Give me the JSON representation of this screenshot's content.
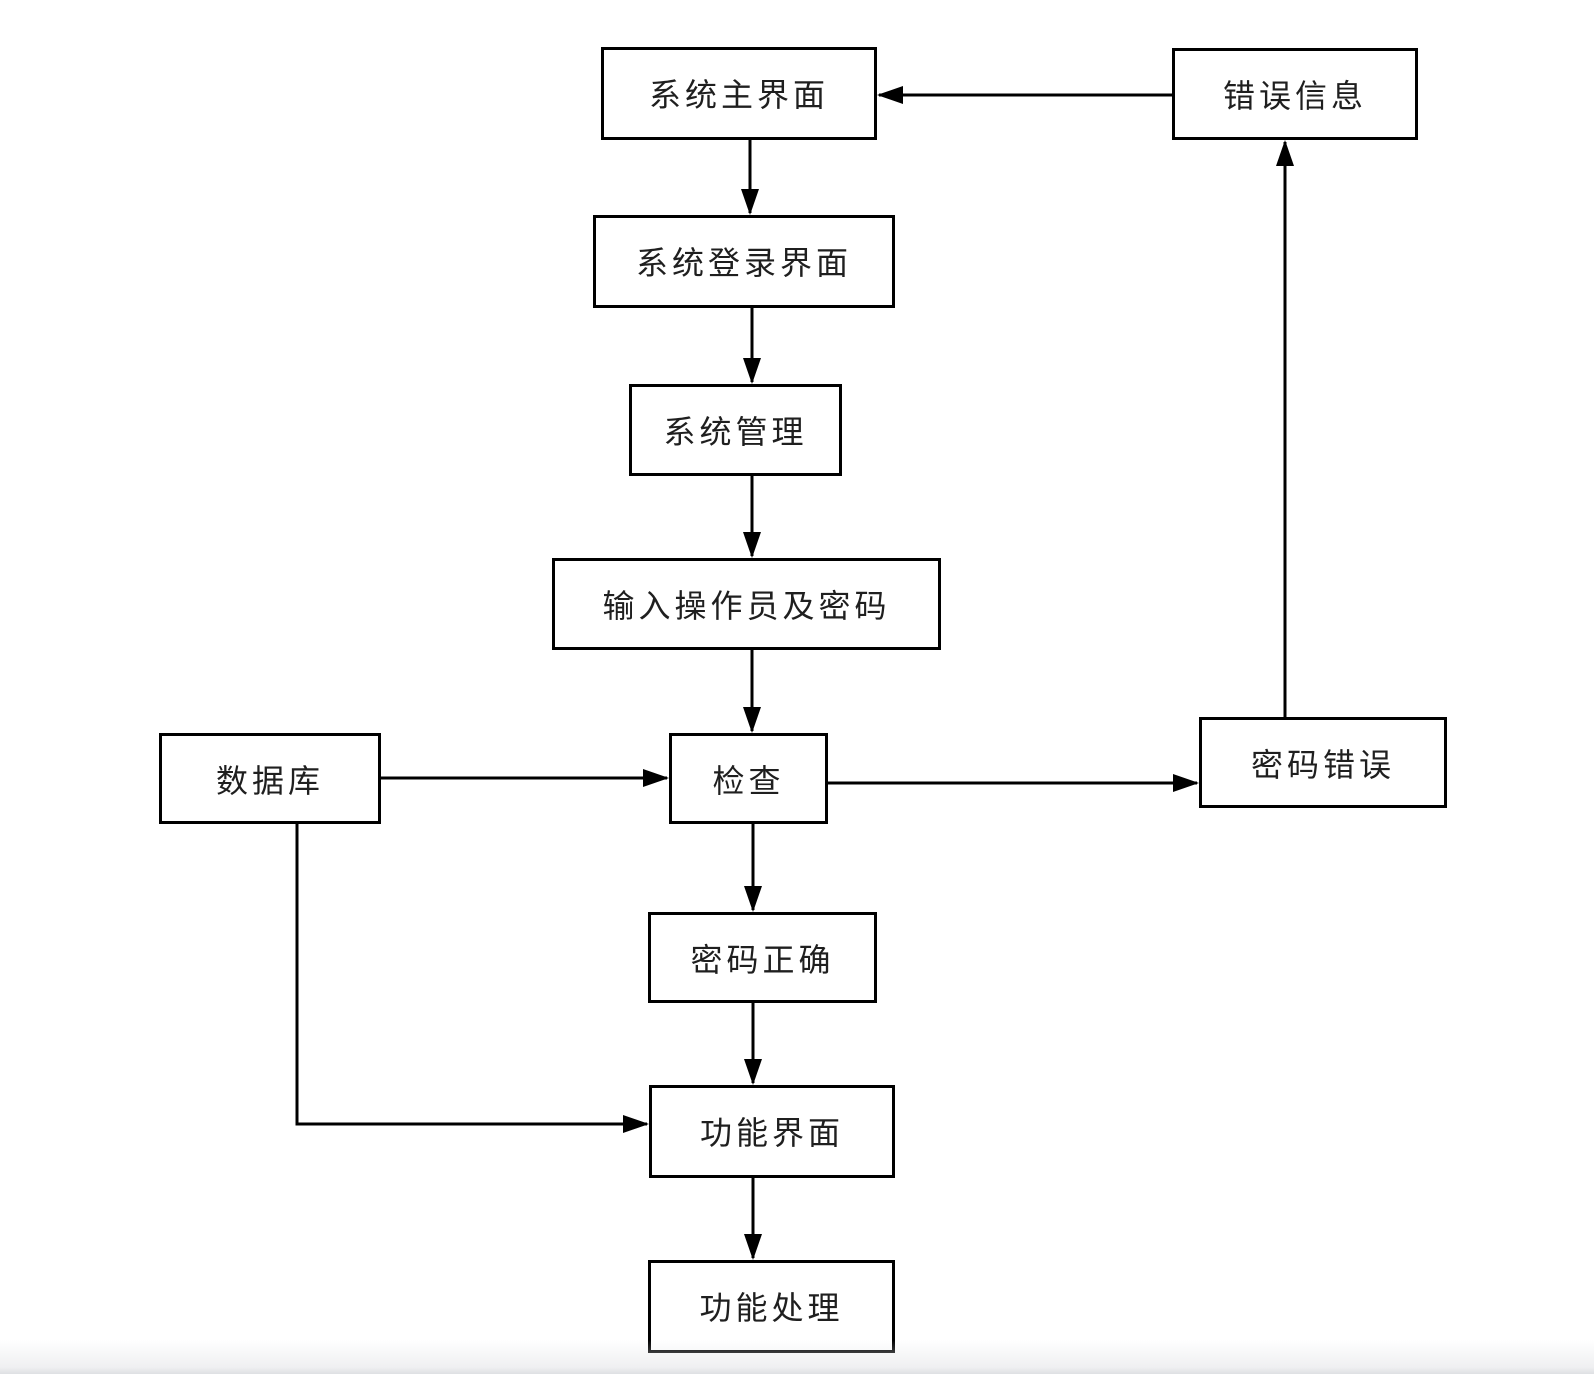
{
  "diagram": {
    "type": "flowchart",
    "language": "zh-CN",
    "colors": {
      "background": "#ffffff",
      "box_border": "#000000",
      "line": "#000000",
      "text": "#1f1f1f"
    },
    "nodes": [
      {
        "id": "system-main-ui",
        "label": "系统主界面"
      },
      {
        "id": "error-info",
        "label": "错误信息"
      },
      {
        "id": "system-login-ui",
        "label": "系统登录界面"
      },
      {
        "id": "system-management",
        "label": "系统管理"
      },
      {
        "id": "input-operator-passwd",
        "label": "输入操作员及密码"
      },
      {
        "id": "database",
        "label": "数据库"
      },
      {
        "id": "check",
        "label": "检查"
      },
      {
        "id": "password-wrong",
        "label": "密码错误"
      },
      {
        "id": "password-correct",
        "label": "密码正确"
      },
      {
        "id": "function-ui",
        "label": "功能界面"
      },
      {
        "id": "function-process",
        "label": "功能处理"
      }
    ],
    "edges": [
      {
        "from": "系统主界面",
        "to": "系统登录界面"
      },
      {
        "from": "系统登录界面",
        "to": "系统管理"
      },
      {
        "from": "系统管理",
        "to": "输入操作员及密码"
      },
      {
        "from": "输入操作员及密码",
        "to": "检查"
      },
      {
        "from": "数据库",
        "to": "检查"
      },
      {
        "from": "检查",
        "to": "密码错误"
      },
      {
        "from": "密码错误",
        "to": "错误信息"
      },
      {
        "from": "错误信息",
        "to": "系统主界面"
      },
      {
        "from": "检查",
        "to": "密码正确"
      },
      {
        "from": "密码正确",
        "to": "功能界面"
      },
      {
        "from": "数据库",
        "to": "功能界面"
      },
      {
        "from": "功能界面",
        "to": "功能处理"
      }
    ]
  }
}
